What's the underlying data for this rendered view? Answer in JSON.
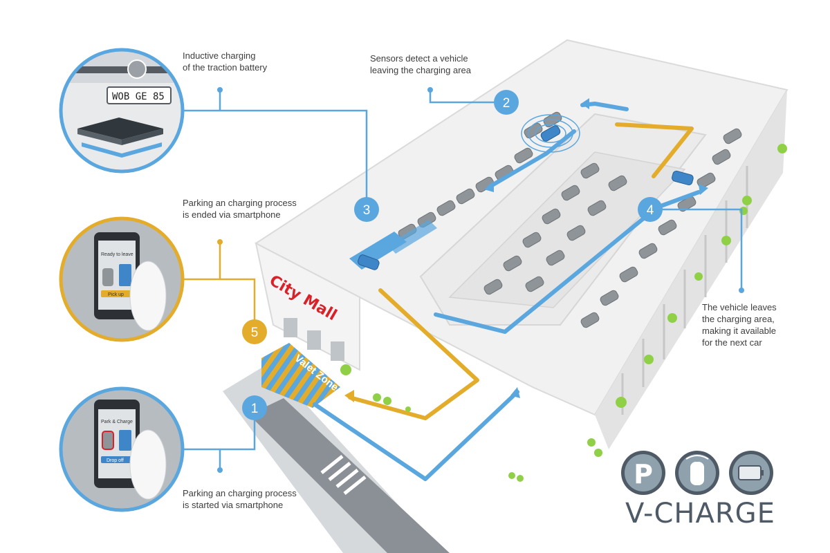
{
  "captions": {
    "inductive": "Inductive charging\nof the traction battery",
    "sensors": "Sensors detect a vehicle\nleaving the charging area",
    "ended": "Parking an charging process\nis ended via smartphone",
    "leaves": "The vehicle leaves\nthe charging area,\nmaking it available\nfor the next car",
    "started": "Parking an charging process\nis started via smartphone"
  },
  "steps": {
    "s1": "1",
    "s2": "2",
    "s3": "3",
    "s4": "4",
    "s5": "5"
  },
  "labels": {
    "mall": "City Mall",
    "valet": "Valet Zone",
    "plate": "WOB GE 85"
  },
  "phones": {
    "top_title": "Ready to leave",
    "top_button": "Pick up",
    "bottom_title": "Park & Charge",
    "bottom_button": "Drop off"
  },
  "brand": {
    "name": "V-CHARGE",
    "icons": [
      "parking-icon",
      "car-sensor-icon",
      "battery-icon"
    ]
  },
  "colors": {
    "blue": "#5aa6de",
    "yellow": "#e3ac2b",
    "dark": "#4e5a66",
    "mall_red": "#d8222a"
  }
}
